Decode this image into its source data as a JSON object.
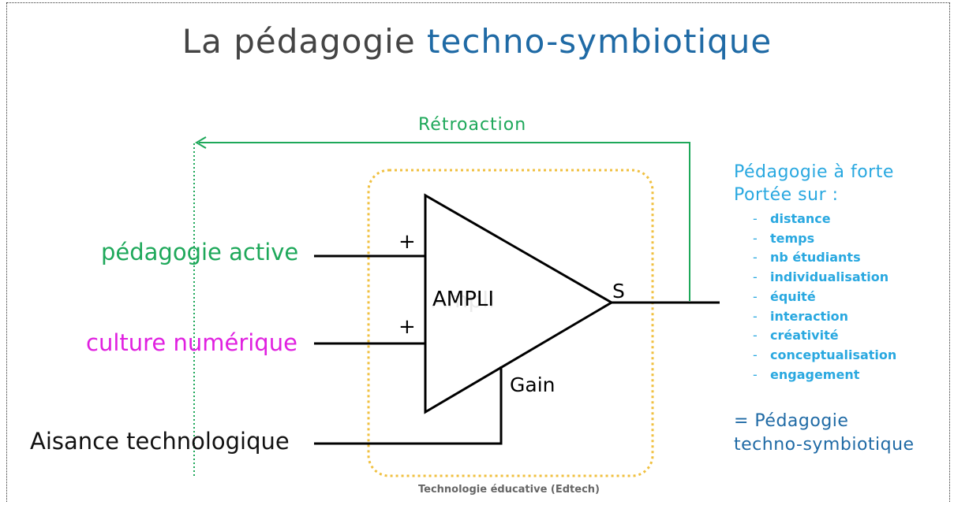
{
  "title": {
    "main": "La pédagogie",
    "accent": "techno-symbiotique"
  },
  "feedback_label": "Rétroaction",
  "inputs": {
    "active": "pédagogie active",
    "culture": "culture numérique",
    "aisance": "Aisance technologique"
  },
  "amplifier": {
    "label": "AMPLI",
    "ghost_text": "Ampli",
    "gain": "Gain",
    "plus1": "+",
    "plus2": "+",
    "output": "S"
  },
  "edtech_caption": "Technologie éducative (Edtech)",
  "outcomes": {
    "heading_line1": "Pédagogie à forte",
    "heading_line2": "Portée sur :",
    "dash": "-",
    "items": [
      "distance",
      "temps",
      "nb étudiants",
      "individualisation",
      "équité",
      "interaction",
      "créativité",
      "conceptualisation",
      "engagement"
    ]
  },
  "conclusion": {
    "line1": "= Pédagogie",
    "line2": "techno-symbiotique"
  },
  "colors": {
    "green": "#1ea85a",
    "magenta": "#e020e0",
    "cyan": "#29a8e0",
    "blue": "#1f6aa5",
    "gold": "#f0c040"
  }
}
